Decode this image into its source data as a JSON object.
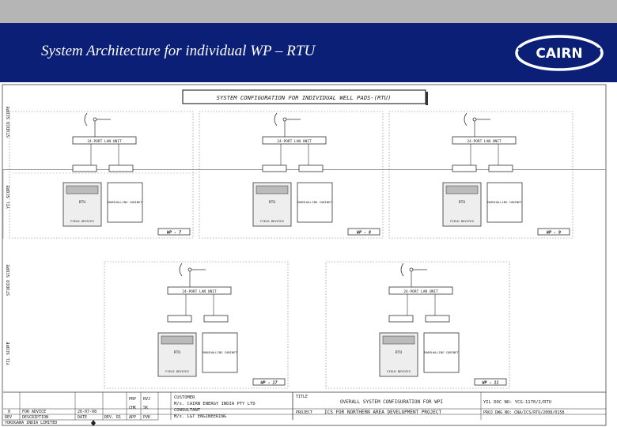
{
  "slide": {
    "title": "System Architecture for individual WP – RTU",
    "logo_text": "CAIRN",
    "colors": {
      "header_bg": "#0a1f75",
      "top_bar": "#b5b5b5",
      "ink": "#222222"
    }
  },
  "drawing": {
    "title": "SYSTEM CONFIGURATION FOR INDIVIDUAL WELL PADS-(RTU)",
    "zones": {
      "top": "STUDIO SCOPE",
      "field": "YIL SCOPE"
    },
    "pad_labels": [
      "WP - 7",
      "WP - 8",
      "WP - 9",
      "WP - 17",
      "WP - 11"
    ],
    "unit_labels": {
      "network": "24-PORT LAN UNIT",
      "rtu": "RTU",
      "marshalling": "MARSHALLING CABINET",
      "field": "FIELD DEVICES"
    }
  },
  "title_block": {
    "rows": [
      {
        "ref": "0",
        "description": "FOR ADVICE",
        "date": "26-07-08"
      },
      {
        "ref": "REV",
        "description": "DESCRIPTION",
        "date": "DATE"
      }
    ],
    "rev_label": "REV. R1",
    "sign_labels": [
      "PRP",
      "CHK",
      "APP"
    ],
    "sign_names": [
      "RVJ",
      "SK",
      "PVK"
    ],
    "customer_label": "CUSTOMER",
    "customer": "M/s. CAIRN ENERGY INDIA PTY LTD",
    "consultant_label": "CONSULTANT",
    "consultant": "M/s. L&T ENGINEERING",
    "title_label": "TITLE",
    "title": "OVERALL SYSTEM CONFIGURATION FOR WPI",
    "project_label": "PROJECT",
    "project": "ICS FOR NORTHERN AREA DEVELOPMENT PROJECT",
    "doc_no": "YIL DOC NO: YCG-1170/2/RTU",
    "proj_no": "PROJ DWG NO: CNA/ICS/RTU/2008/0158",
    "company": "YOKOGAWA INDIA LIMITED"
  }
}
